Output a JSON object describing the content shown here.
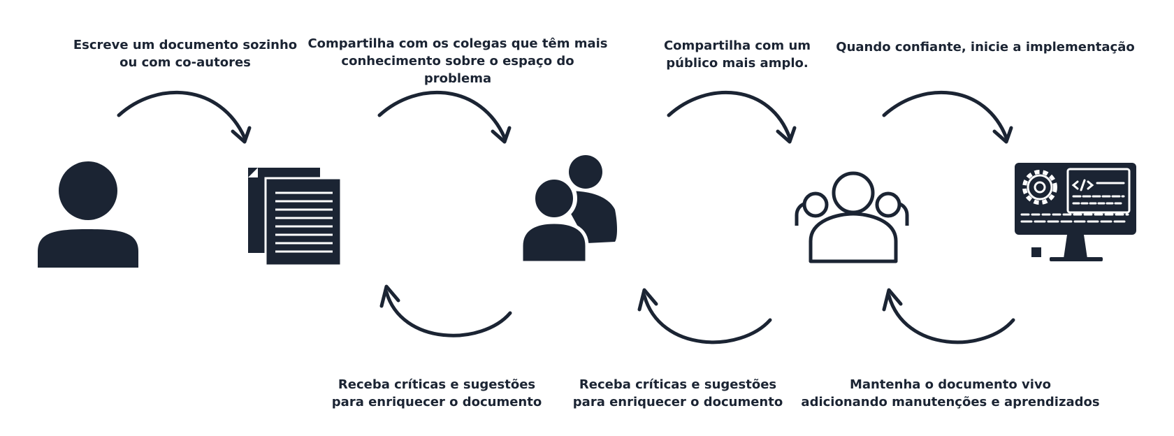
{
  "colors": {
    "ink": "#1b2433",
    "background": "#ffffff"
  },
  "steps": {
    "write": "Escreve um documento sozinho\nou com co-autores",
    "share_colleagues": "Compartilha com os colegas que têm mais\nconhecimento sobre o espaço do problema",
    "share_public": "Compartilha com  um\npúblico mais amplo.",
    "implement": "Quando confiante, inicie a implementação",
    "feedback_1": "Receba críticas e sugestões\npara enriquecer o documento",
    "feedback_2": "Receba críticas e sugestões\npara enriquecer o documento",
    "maintain": "Mantenha o documento vivo\nadicionando manutenções e  aprendizados"
  },
  "icons": [
    "person-icon",
    "documents-icon",
    "two-people-icon",
    "audience-icon",
    "computer-code-icon"
  ]
}
